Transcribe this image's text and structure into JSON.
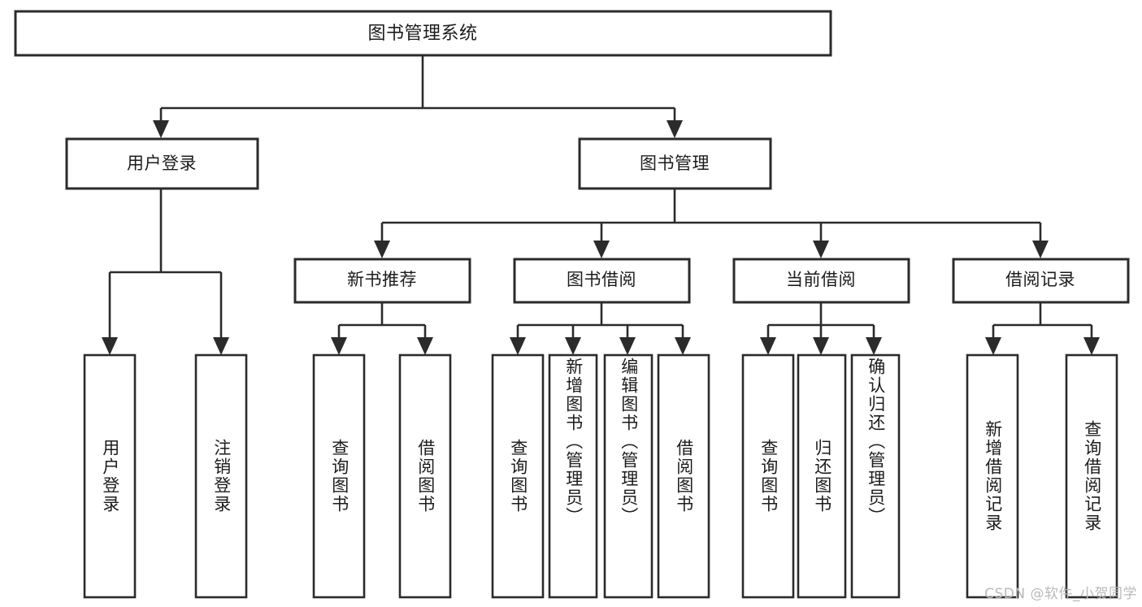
{
  "diagram": {
    "title": "图书管理系统",
    "type": "tree-hierarchy-diagram",
    "orientation": "top-down",
    "colors": {
      "box_stroke": "#2b2b2b",
      "box_fill": "#ffffff",
      "text": "#1c1c1c",
      "canvas": "#ffffff",
      "watermark": "#b9b9b9"
    },
    "nodes": {
      "root": {
        "label": "图书管理系统",
        "level": 1,
        "text_orientation": "horizontal"
      },
      "l2": [
        {
          "id": "user-login",
          "label": "用户登录",
          "level": 2,
          "text_orientation": "horizontal"
        },
        {
          "id": "book-manage",
          "label": "图书管理",
          "level": 2,
          "text_orientation": "horizontal"
        }
      ],
      "l3": [
        {
          "id": "new-book-recommend",
          "label": "新书推荐",
          "level": 3,
          "text_orientation": "horizontal"
        },
        {
          "id": "book-borrow",
          "label": "图书借阅",
          "level": 3,
          "text_orientation": "horizontal"
        },
        {
          "id": "current-borrow",
          "label": "当前借阅",
          "level": 3,
          "text_orientation": "horizontal"
        },
        {
          "id": "borrow-record",
          "label": "借阅记录",
          "level": 3,
          "text_orientation": "horizontal"
        }
      ],
      "l4": [
        {
          "id": "leaf-user-login",
          "label": "用户登录",
          "parent": "user-login",
          "level": 4,
          "text_orientation": "vertical"
        },
        {
          "id": "leaf-logout-login",
          "label": "注销登录",
          "parent": "user-login",
          "level": 4,
          "text_orientation": "vertical"
        },
        {
          "id": "leaf-query-book-1",
          "label": "查询图书",
          "parent": "new-book-recommend",
          "level": 4,
          "text_orientation": "vertical"
        },
        {
          "id": "leaf-borrow-book-1",
          "label": "借阅图书",
          "parent": "new-book-recommend",
          "level": 4,
          "text_orientation": "vertical"
        },
        {
          "id": "leaf-query-book-2",
          "label": "查询图书",
          "parent": "book-borrow",
          "level": 4,
          "text_orientation": "vertical"
        },
        {
          "id": "leaf-add-book-admin",
          "label": "新增图书（管理员）",
          "parent": "book-borrow",
          "level": 4,
          "text_orientation": "vertical"
        },
        {
          "id": "leaf-edit-book-admin",
          "label": "编辑图书（管理员）",
          "parent": "book-borrow",
          "level": 4,
          "text_orientation": "vertical"
        },
        {
          "id": "leaf-borrow-book-2",
          "label": "借阅图书",
          "parent": "book-borrow",
          "level": 4,
          "text_orientation": "vertical"
        },
        {
          "id": "leaf-query-book-3",
          "label": "查询图书",
          "parent": "current-borrow",
          "level": 4,
          "text_orientation": "vertical"
        },
        {
          "id": "leaf-return-book",
          "label": "归还图书",
          "parent": "current-borrow",
          "level": 4,
          "text_orientation": "vertical"
        },
        {
          "id": "leaf-confirm-return-admin",
          "label": "确认归还（管理员）",
          "parent": "current-borrow",
          "level": 4,
          "text_orientation": "vertical"
        },
        {
          "id": "leaf-add-borrow-record",
          "label": "新增借阅记录",
          "parent": "borrow-record",
          "level": 4,
          "text_orientation": "vertical"
        },
        {
          "id": "leaf-query-borrow-record",
          "label": "查询借阅记录",
          "parent": "borrow-record",
          "level": 4,
          "text_orientation": "vertical"
        }
      ]
    },
    "watermark": "CSDN @软件_小贺同学"
  }
}
